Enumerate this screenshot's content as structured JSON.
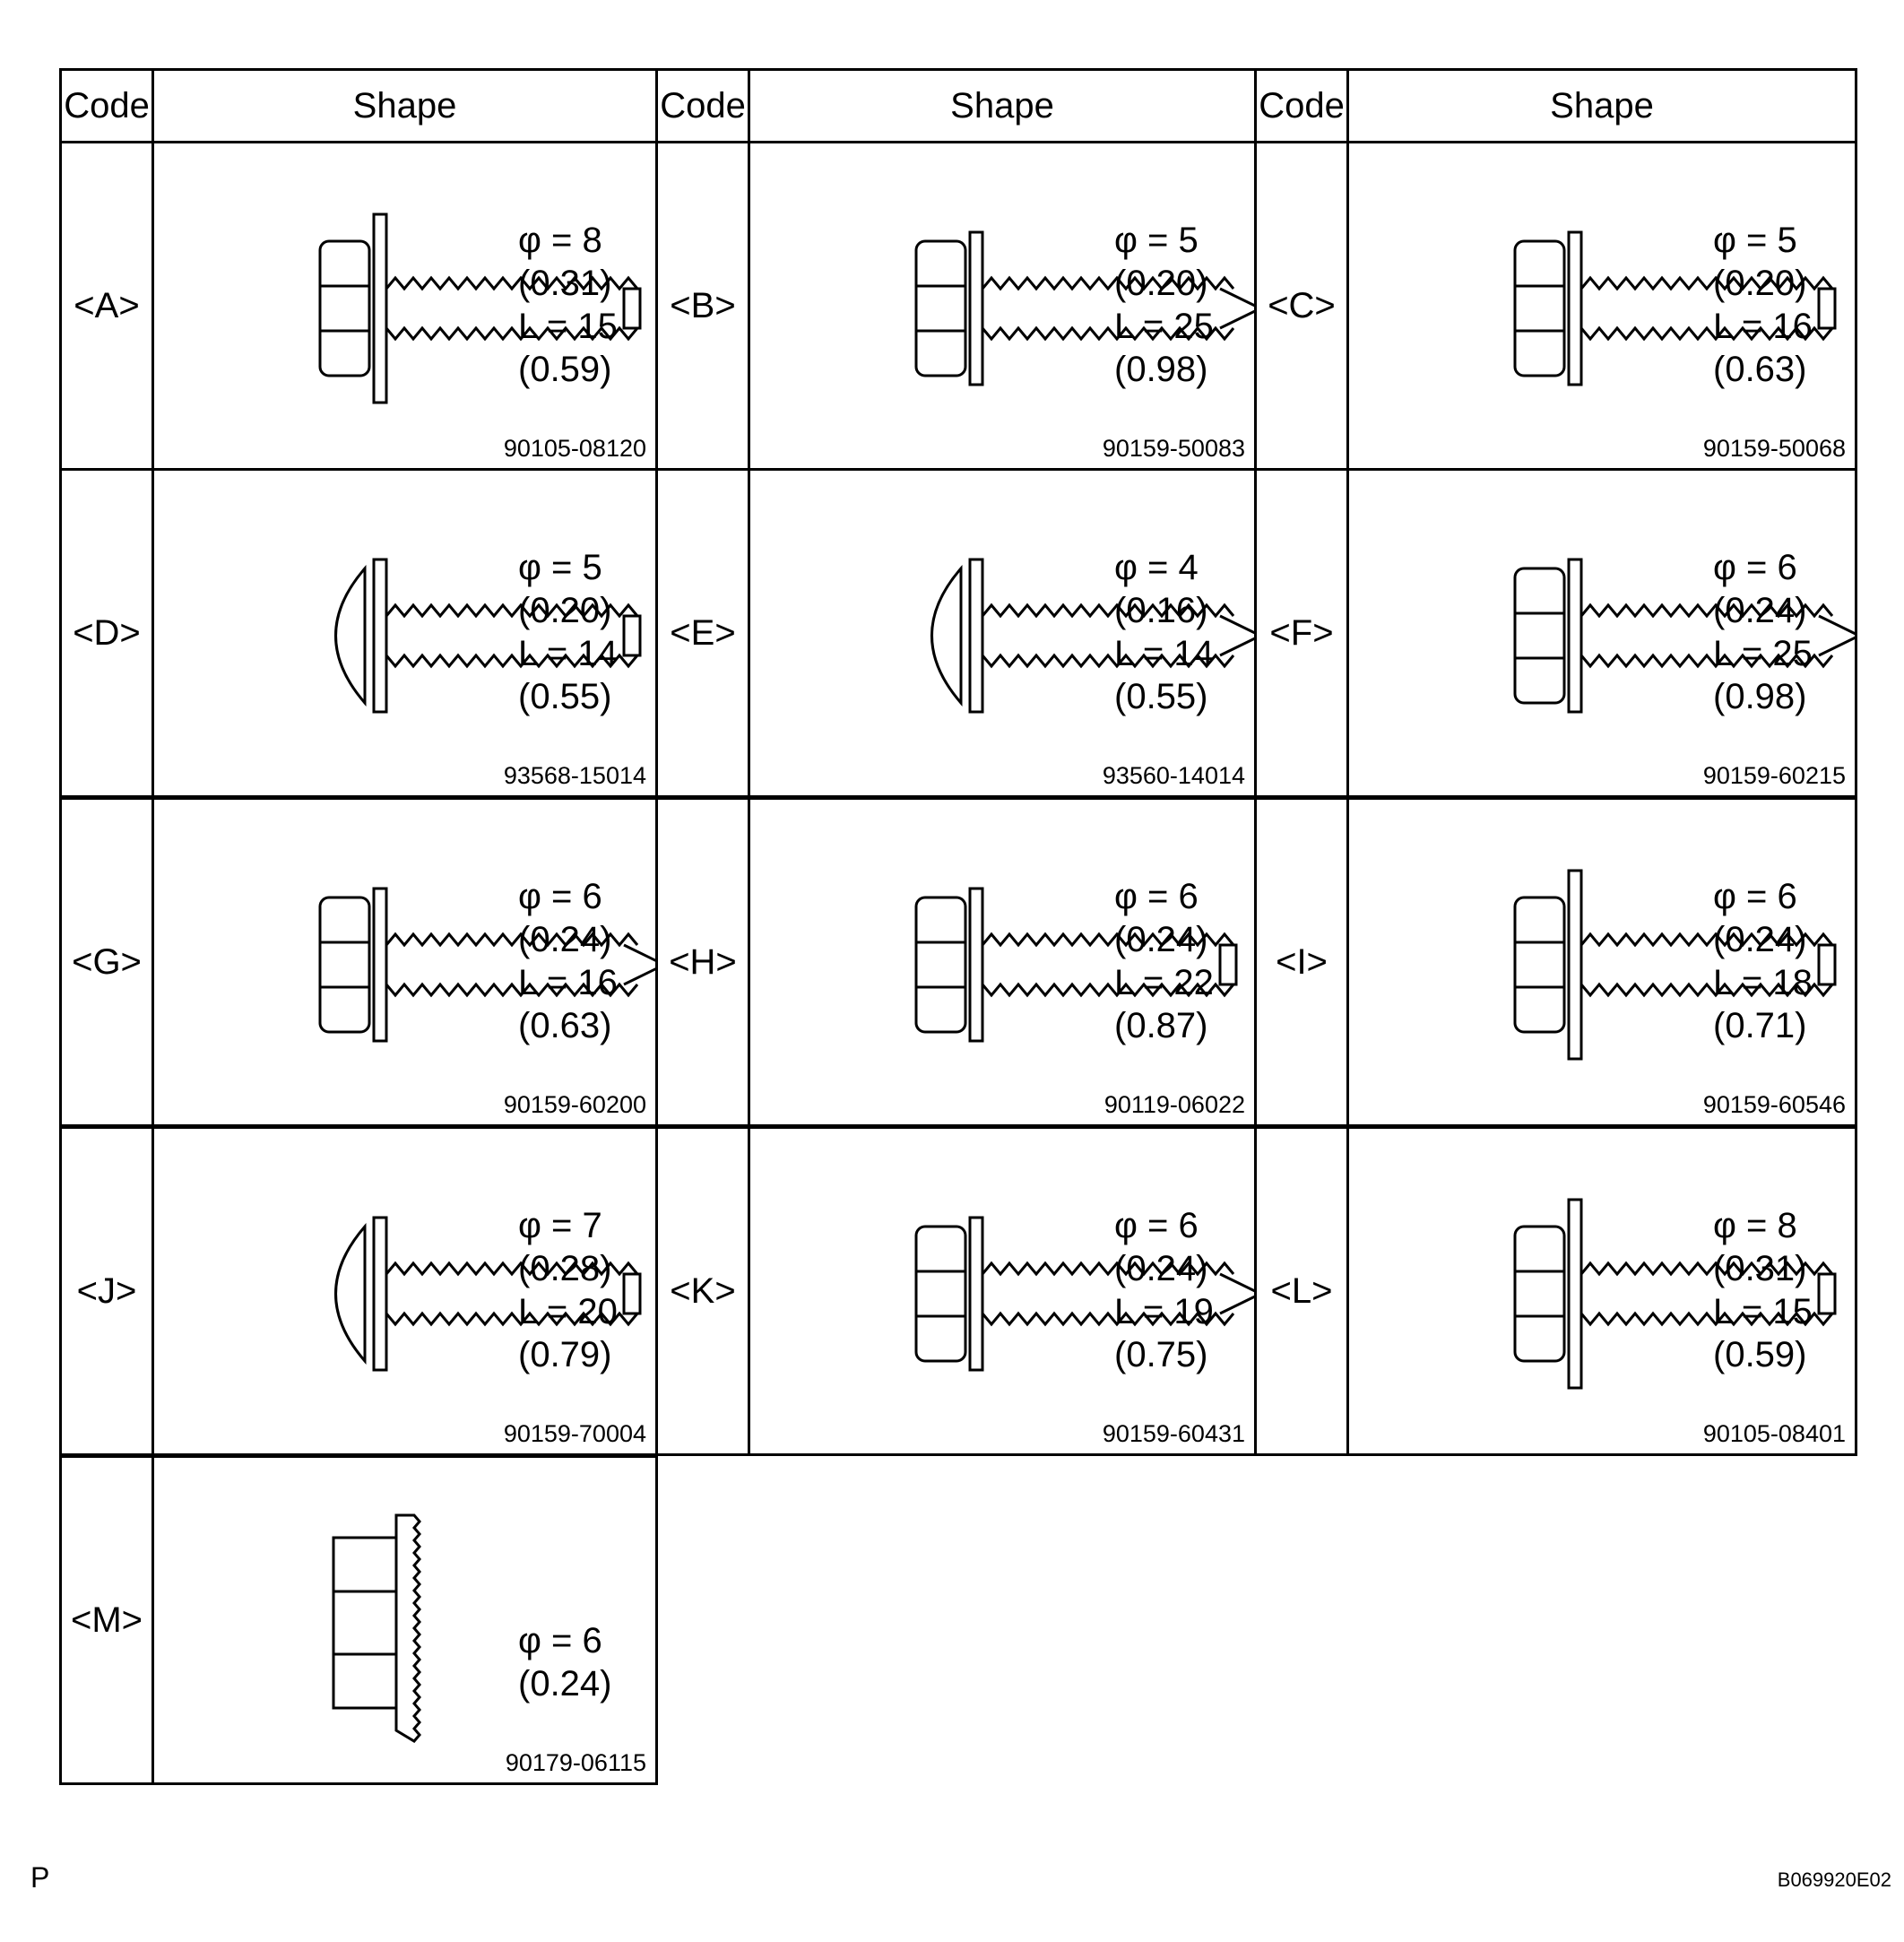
{
  "header": {
    "code": "Code",
    "shape": "Shape"
  },
  "items": [
    {
      "code": "<A>",
      "phi": "φ = 8",
      "phi_in": "(0.31)",
      "len": "L = 15",
      "len_in": "(0.59)",
      "part": "90105-08120",
      "head": "flange-hex",
      "tip": "blunt"
    },
    {
      "code": "<B>",
      "phi": "φ = 5",
      "phi_in": "(0.20)",
      "len": "L = 25",
      "len_in": "(0.98)",
      "part": "90159-50083",
      "head": "hex",
      "tip": "pointed"
    },
    {
      "code": "<C>",
      "phi": "φ = 5",
      "phi_in": "(0.20)",
      "len": "L = 16",
      "len_in": "(0.63)",
      "part": "90159-50068",
      "head": "hex",
      "tip": "blunt"
    },
    {
      "code": "<D>",
      "phi": "φ = 5",
      "phi_in": "(0.20)",
      "len": "L = 14",
      "len_in": "(0.55)",
      "part": "93568-15014",
      "head": "pan",
      "tip": "blunt"
    },
    {
      "code": "<E>",
      "phi": "φ = 4",
      "phi_in": "(0.16)",
      "len": "L = 14",
      "len_in": "(0.55)",
      "part": "93560-14014",
      "head": "pan",
      "tip": "pointed"
    },
    {
      "code": "<F>",
      "phi": "φ = 6",
      "phi_in": "(0.24)",
      "len": "L = 25",
      "len_in": "(0.98)",
      "part": "90159-60215",
      "head": "hex",
      "tip": "pointed"
    },
    {
      "code": "<G>",
      "phi": "φ = 6",
      "phi_in": "(0.24)",
      "len": "L = 16",
      "len_in": "(0.63)",
      "part": "90159-60200",
      "head": "hex",
      "tip": "pointed"
    },
    {
      "code": "<H>",
      "phi": "φ = 6",
      "phi_in": "(0.24)",
      "len": "L = 22",
      "len_in": "(0.87)",
      "part": "90119-06022",
      "head": "hex",
      "tip": "blunt"
    },
    {
      "code": "<I>",
      "phi": "φ = 6",
      "phi_in": "(0.24)",
      "len": "L = 18",
      "len_in": "(0.71)",
      "part": "90159-60546",
      "head": "flange-hex",
      "tip": "blunt"
    },
    {
      "code": "<J>",
      "phi": "φ = 7",
      "phi_in": "(0.28)",
      "len": "L = 20",
      "len_in": "(0.79)",
      "part": "90159-70004",
      "head": "pan",
      "tip": "blunt"
    },
    {
      "code": "<K>",
      "phi": "φ = 6",
      "phi_in": "(0.24)",
      "len": "L = 19",
      "len_in": "(0.75)",
      "part": "90159-60431",
      "head": "hex",
      "tip": "pointed"
    },
    {
      "code": "<L>",
      "phi": "φ = 8",
      "phi_in": "(0.31)",
      "len": "L = 15",
      "len_in": "(0.59)",
      "part": "90105-08401",
      "head": "flange-hex",
      "tip": "blunt"
    },
    {
      "code": "<M>",
      "phi": "φ = 6",
      "phi_in": "(0.24)",
      "len": "",
      "len_in": "",
      "part": "90179-06115",
      "head": "nut",
      "tip": "none"
    }
  ],
  "footer": {
    "corner_mark": "P",
    "figure_id": "B069920E02"
  }
}
